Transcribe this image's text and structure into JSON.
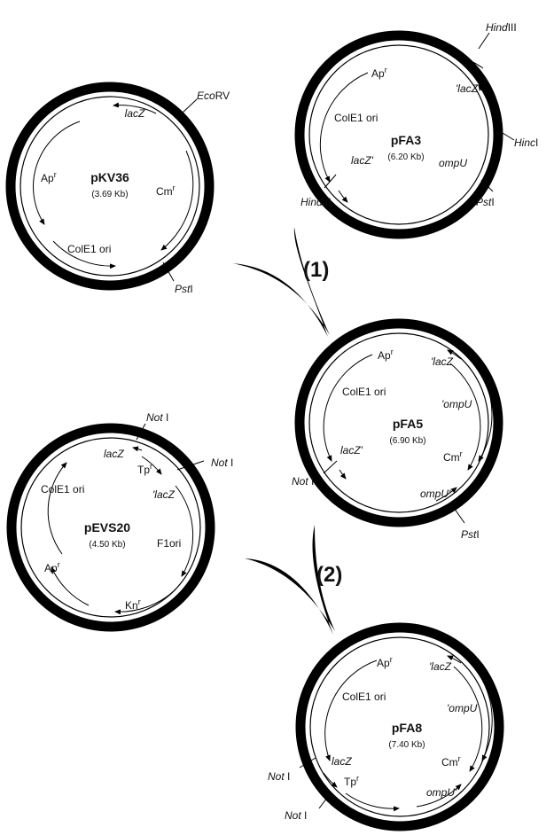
{
  "plasmids": {
    "pkv36": {
      "name": "pKV36",
      "size": "(3.69 Kb)",
      "genes": {
        "lacz": "lacZ",
        "ap": "Ap",
        "ap_sup": "r",
        "cm": "Cm",
        "cm_sup": "r",
        "colei": "ColE1 ori"
      },
      "sites": {
        "ecorv_it": "Eco",
        "ecorv_rest": "RV",
        "pst_it": "Pst",
        "pst_rest": "I"
      }
    },
    "pfa3": {
      "name": "pFA3",
      "size": "(6.20 Kb)",
      "genes": {
        "ap": "Ap",
        "ap_sup": "r",
        "lacz1": "'lacZ",
        "colei": "ColE1 ori",
        "lacz2": "lacZ'",
        "ompu": "ompU"
      },
      "sites": {
        "hindiii_top_it": "Hind",
        "hindiii_top_rest": "III",
        "hinc_it": "Hinc",
        "hinc_rest": "I",
        "pst_it": "Pst",
        "pst_rest": "I",
        "hindiii_bot_it": "Hind",
        "hindiii_bot_rest": "III"
      }
    },
    "pfa5": {
      "name": "pFA5",
      "size": "(6.90 Kb)",
      "genes": {
        "ap": "Ap",
        "ap_sup": "r",
        "lacz1": "'lacZ",
        "colei": "ColE1 ori",
        "ompu1": "'ompU",
        "lacz2": "lacZ'",
        "cm": "Cm",
        "cm_sup": "r",
        "ompu2": "ompU'"
      },
      "sites": {
        "not_it": "Not",
        "not_rest": " I",
        "pst_it": "Pst",
        "pst_rest": "I"
      }
    },
    "pevs20": {
      "name": "pEVS20",
      "size": "(4.50 Kb)",
      "genes": {
        "lacz1": "lacZ",
        "tp": "Tp",
        "tp_sup": "r",
        "colei": "ColE1 ori",
        "lacz2": "'lacZ",
        "f1": "F1ori",
        "ap": "Ap",
        "ap_sup": "r",
        "kn": "Kn",
        "kn_sup": "r"
      },
      "sites": {
        "not1_it": "Not",
        "not1_rest": " I",
        "not2_it": "Not",
        "not2_rest": " I"
      }
    },
    "pfa8": {
      "name": "pFA8",
      "size": "(7.40 Kb)",
      "genes": {
        "ap": "Ap",
        "ap_sup": "r",
        "lacz1": "'lacZ",
        "colei": "ColE1 ori",
        "ompu1": "'ompU",
        "lacz2": "lacZ",
        "cm": "Cm",
        "cm_sup": "r",
        "tp": "Tp",
        "tp_sup": "r",
        "ompu2": "ompU'"
      },
      "sites": {
        "not1_it": "Not",
        "not1_rest": " I",
        "not2_it": "Not",
        "not2_rest": " I"
      }
    }
  },
  "steps": {
    "step1": "(1)",
    "step2": "(2)"
  }
}
